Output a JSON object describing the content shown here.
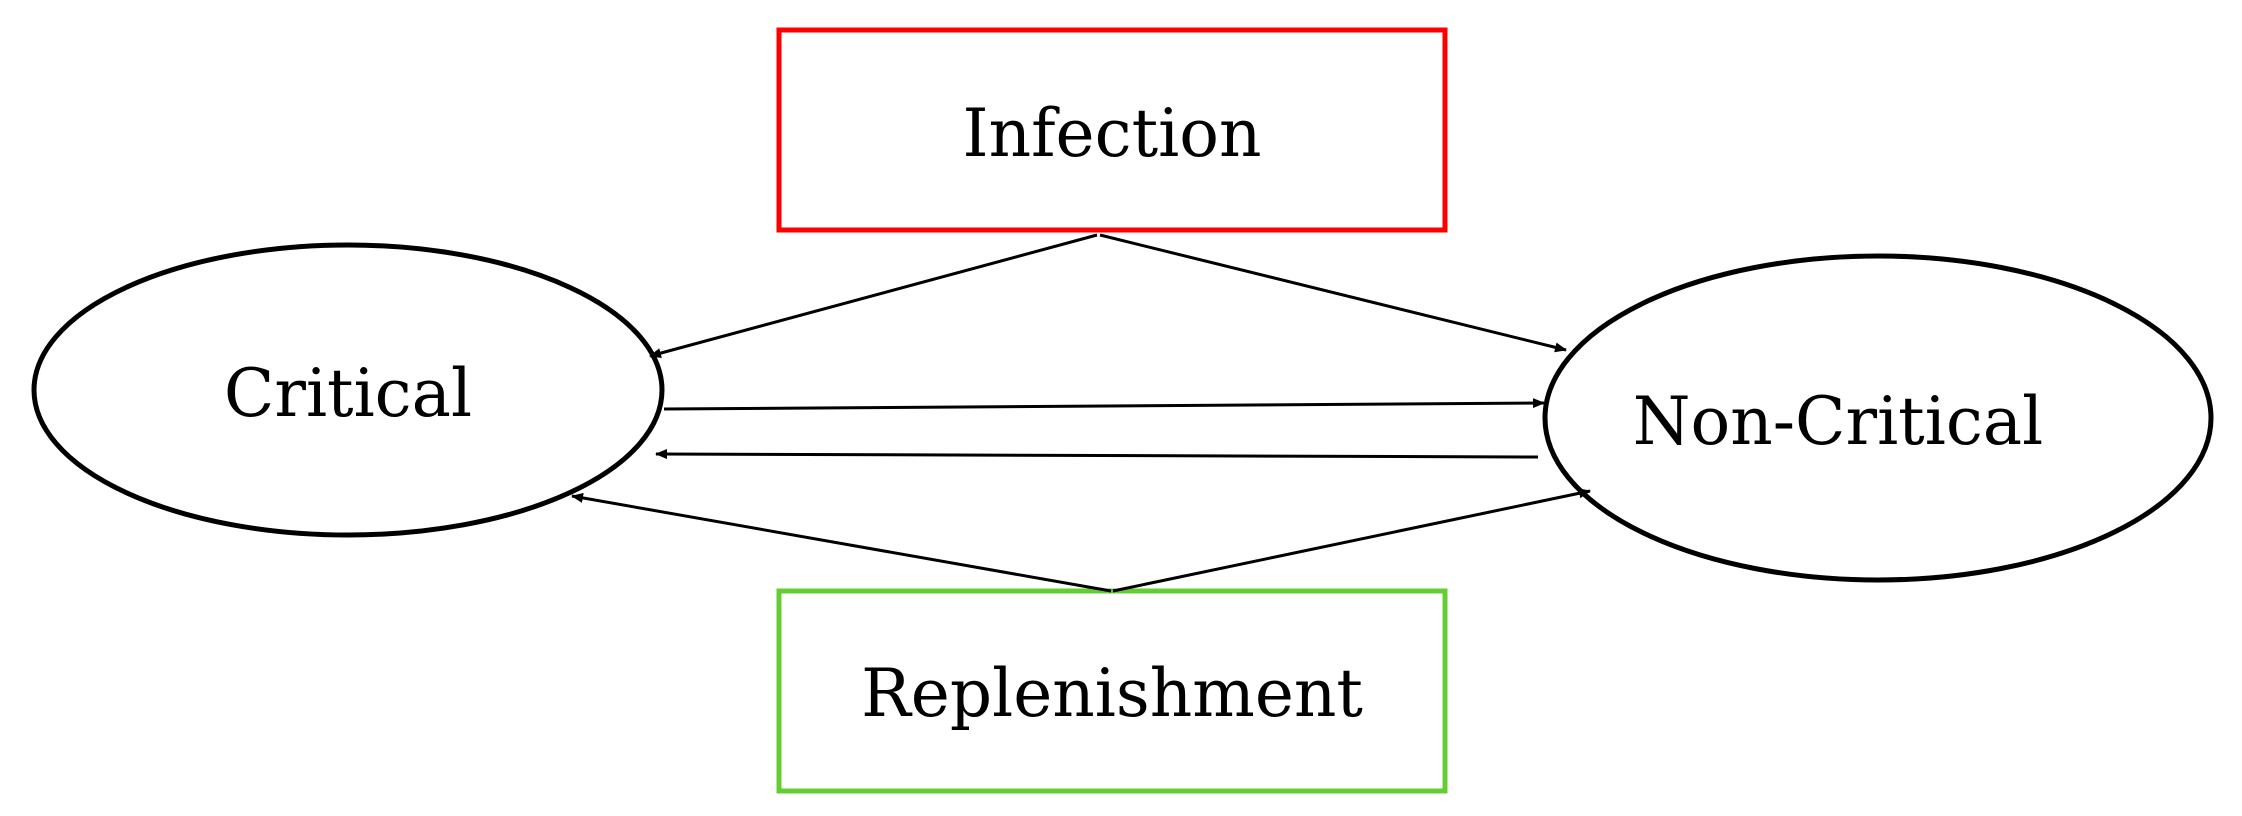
{
  "diagram": {
    "nodes": {
      "infection": {
        "label": "Infection",
        "shape": "rectangle",
        "stroke_color": "#ff0000"
      },
      "critical": {
        "label": "Critical",
        "shape": "ellipse",
        "stroke_color": "#000000"
      },
      "non_critical": {
        "label": "Non-Critical",
        "shape": "ellipse",
        "stroke_color": "#000000"
      },
      "replenishment": {
        "label": "Replenishment",
        "shape": "rectangle",
        "stroke_color": "#66cc33"
      }
    },
    "edges": [
      {
        "from": "Infection",
        "to": "Critical"
      },
      {
        "from": "Infection",
        "to": "Non-Critical"
      },
      {
        "from": "Critical",
        "to": "Non-Critical"
      },
      {
        "from": "Non-Critical",
        "to": "Critical"
      },
      {
        "from": "Replenishment",
        "to": "Critical"
      },
      {
        "from": "Replenishment",
        "to": "Non-Critical"
      }
    ],
    "edge_color": "#000000"
  }
}
